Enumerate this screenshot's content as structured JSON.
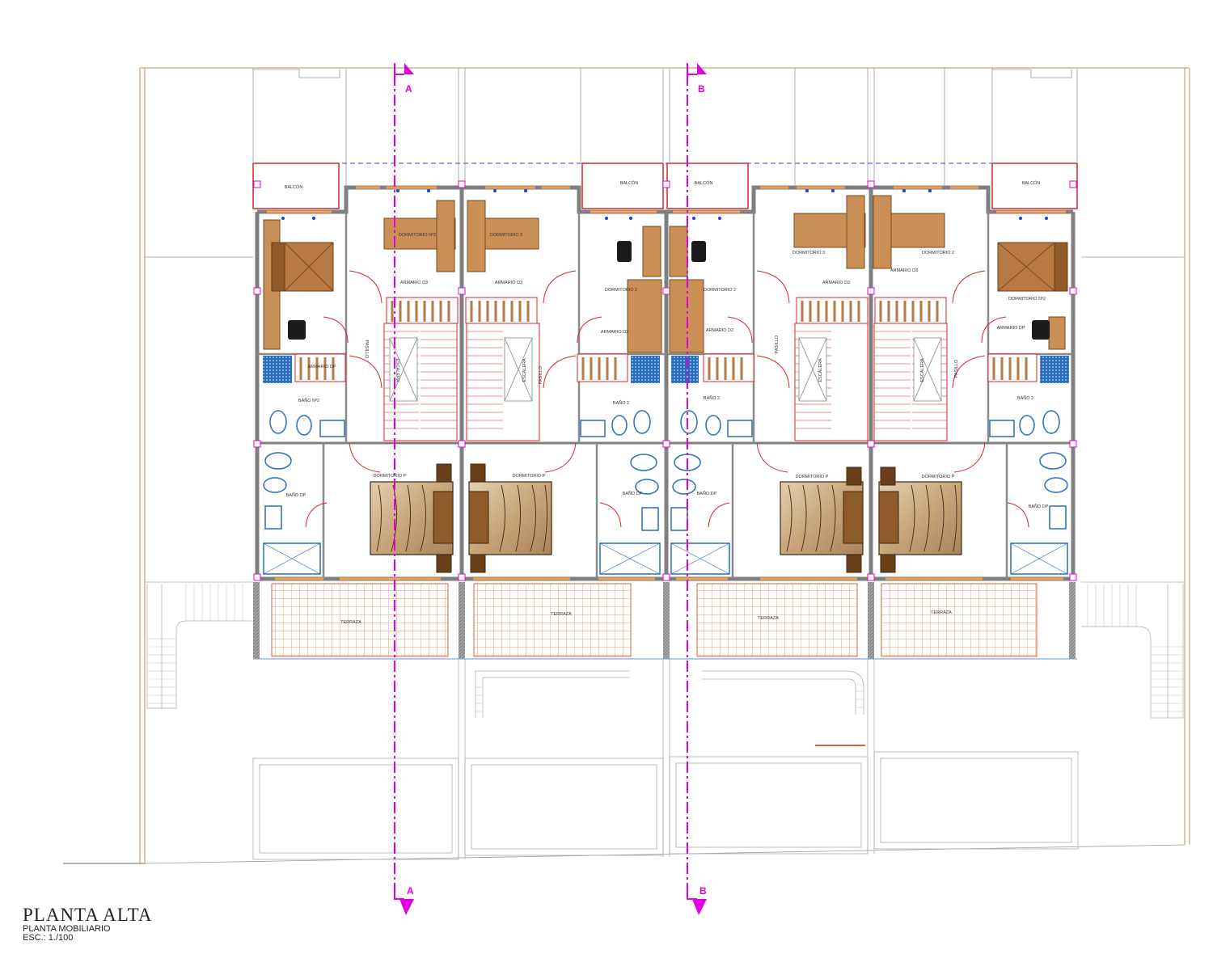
{
  "title": "PLANTA ALTA",
  "subtitle": "PLANTA MOBILIARIO",
  "scale": "ESC.: 1./100",
  "section_markers": {
    "a": "A",
    "b": "B"
  },
  "colors": {
    "wall": "#7f7f7f",
    "lot_line": "#c8a27a",
    "section_line": "#e000e0",
    "stair": "#d6262c",
    "bathroom": "#2a6ebb",
    "furniture": "#b77a45",
    "terrace_grid": "#e6a07a"
  },
  "rooms": {
    "balcon": "BALCÓN",
    "dormitorio_n2": "DORMITORIO Nº2",
    "dormitorio_3": "DORMITORIO 3",
    "dormitorio_2": "DORMITORIO 2",
    "dormitorio_p": "DORMITORIO P",
    "armario_d3": "ARMARIO D3",
    "armario_d2": "ARMARIO D2",
    "armario_dp": "ARMARIO DP",
    "bano_n2": "BAÑO Nº2",
    "bano_2": "BAÑO 2",
    "bano_dp": "BAÑO DP",
    "pasillo": "PASILLO",
    "escalera": "ESCALERA",
    "terraza": "TERRAZA"
  }
}
